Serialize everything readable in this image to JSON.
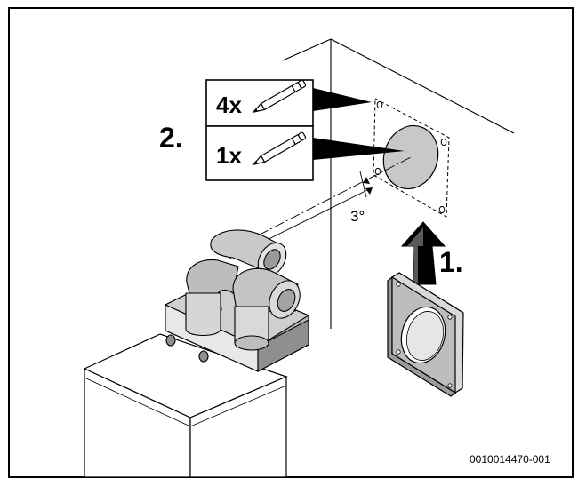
{
  "steps": {
    "step1": "1.",
    "step2": "2."
  },
  "marks": {
    "holes_count": "4x",
    "center_count": "1x"
  },
  "angle_label": "3°",
  "figure_id": "0010014470-001",
  "icons": {
    "marker": "pencil-icon",
    "direction": "arrow-up-icon"
  },
  "colors": {
    "line": "#000000",
    "disc_fill": "#c8c8c8",
    "flange_fill": "#bdbdbd"
  }
}
